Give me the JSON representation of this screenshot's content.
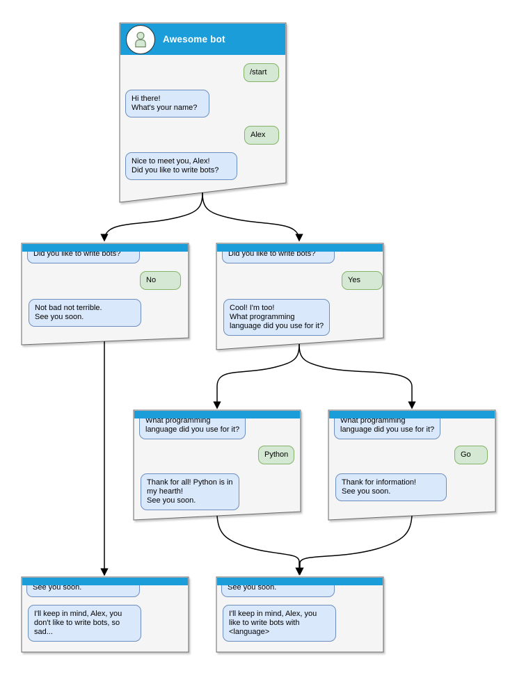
{
  "colors": {
    "titlebar_blue": "#1B9DD9",
    "window_fill": "#F5F5F5",
    "window_border": "#666666",
    "bot_bubble_fill": "#DAE8FC",
    "bot_bubble_border": "#6C8EBF",
    "user_bubble_fill": "#D5E8D4",
    "user_bubble_border": "#82B366",
    "arrow_color": "#000000",
    "title_text": "#FFFFFF"
  },
  "icons": {
    "avatar": "person-icon"
  },
  "windows": {
    "main": {
      "title": "Awesome bot",
      "m1": "/start",
      "m2": "Hi there!\nWhat's your name?",
      "m3": "Alex",
      "m4": "Nice to meet you, Alex!\nDid you like to write bots?"
    },
    "no_branch": {
      "m1": "Did you like to write bots?",
      "m2": "No",
      "m3": "Not bad not terrible.\nSee you soon."
    },
    "yes_branch": {
      "m1": "Did you like to write bots?",
      "m2": "Yes",
      "m3": "Cool! I'm too!\nWhat programming\nlanguage did you use for it?"
    },
    "python_branch": {
      "m1": "What programming\nlanguage did you use for it?",
      "m2": "Python",
      "m3": "Thank for all! Python is in\nmy hearth!\nSee you soon."
    },
    "go_branch": {
      "m1": "What programming\nlanguage did you use for it?",
      "m2": "Go",
      "m3": "Thank for information!\nSee you soon."
    },
    "end_no": {
      "m1": "See you soon.",
      "m2": "I'll keep in mind, Alex, you\ndon't like to write bots, so\nsad..."
    },
    "end_yes": {
      "m1": "See you soon.",
      "m2": "I'll keep in mind, Alex, you\nlike to write bots with\n<language>"
    }
  }
}
